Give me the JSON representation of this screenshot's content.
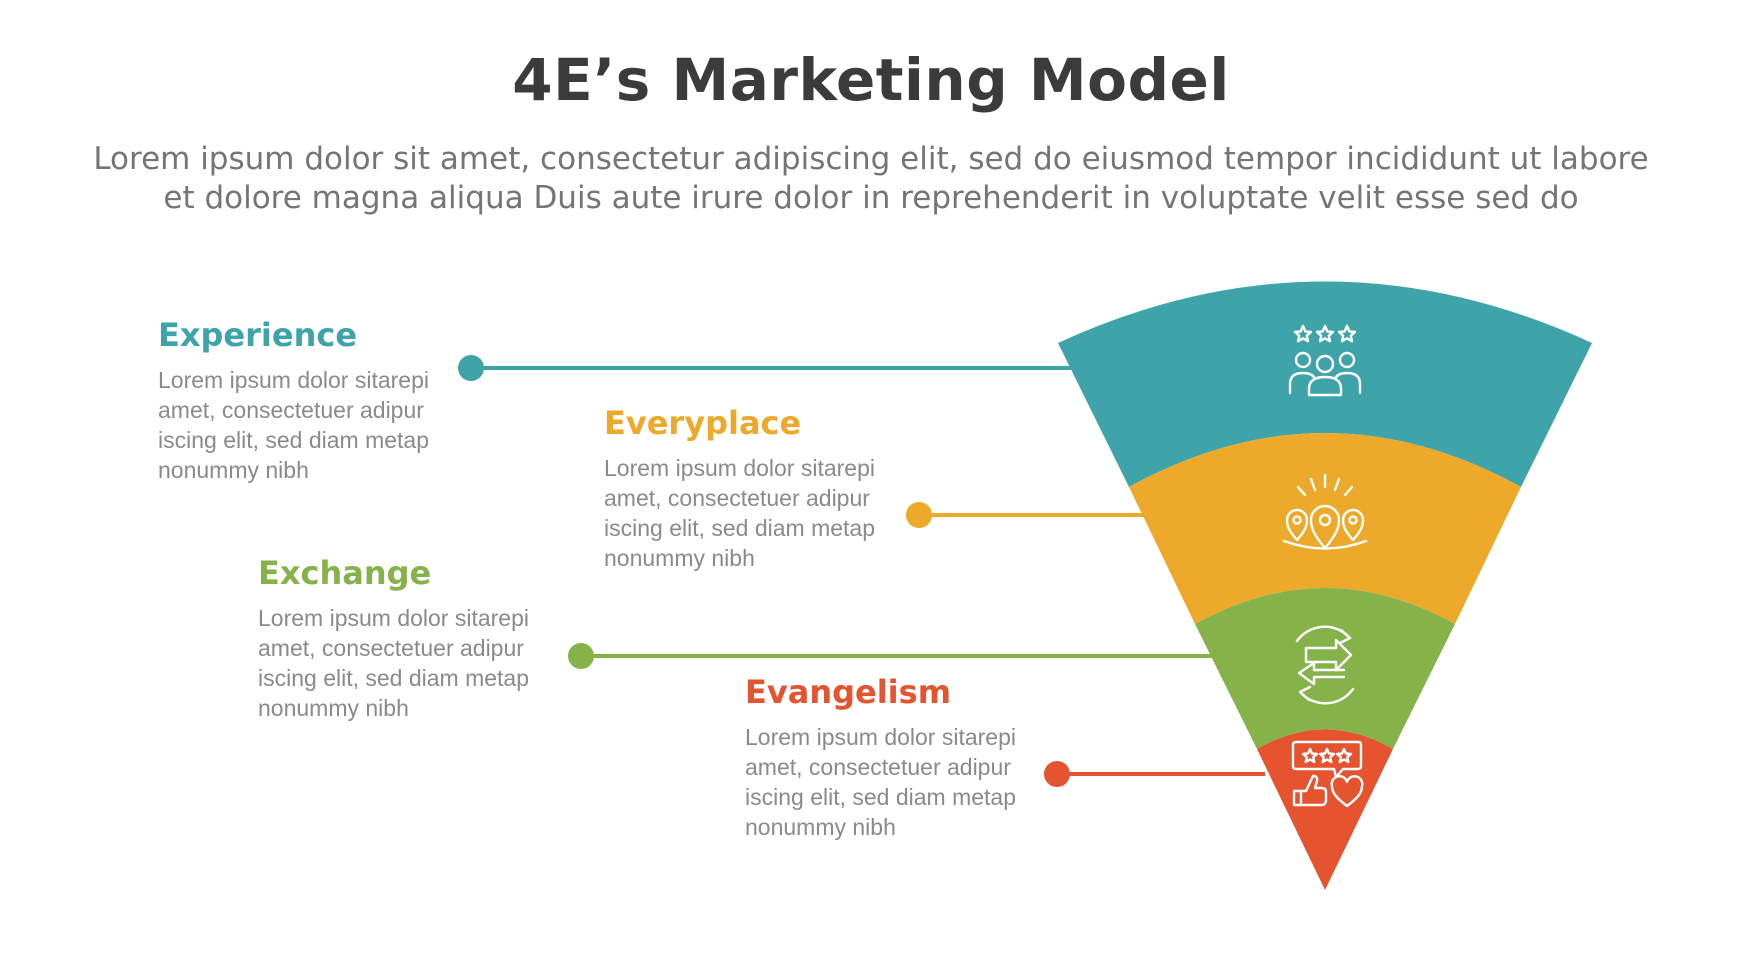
{
  "title": "4E’s Marketing Model",
  "subtitle_line1": "Lorem ipsum dolor sit amet, consectetur adipiscing elit, sed do eiusmod tempor incididunt ut labore",
  "subtitle_line2": "et dolore magna aliqua Duis aute irure dolor in reprehenderit in voluptate velit esse sed do",
  "items": [
    {
      "title": "Experience",
      "color": "#3ea4a9",
      "icon": "rated-team-icon",
      "description": [
        "Lorem ipsum dolor sitarepi",
        "amet, consectetuer adipur",
        "iscing elit, sed diam metap",
        "nonummy nibh"
      ]
    },
    {
      "title": "Everyplace",
      "color": "#eca92a",
      "icon": "location-pins-icon",
      "description": [
        "Lorem ipsum dolor sitarepi",
        "amet, consectetuer adipur",
        "iscing elit, sed diam metap",
        "nonummy nibh"
      ]
    },
    {
      "title": "Exchange",
      "color": "#86b24a",
      "icon": "exchange-arrows-icon",
      "description": [
        "Lorem ipsum dolor sitarepi",
        "amet, consectetuer adipur",
        "iscing elit, sed diam metap",
        "nonummy nibh"
      ]
    },
    {
      "title": "Evangelism",
      "color": "#e6532f",
      "icon": "review-thumbs-up-heart-icon",
      "description": [
        "Lorem ipsum dolor sitarepi",
        "amet, consectetuer adipur",
        "iscing elit, sed diam metap",
        "nonummy nibh"
      ]
    }
  ]
}
